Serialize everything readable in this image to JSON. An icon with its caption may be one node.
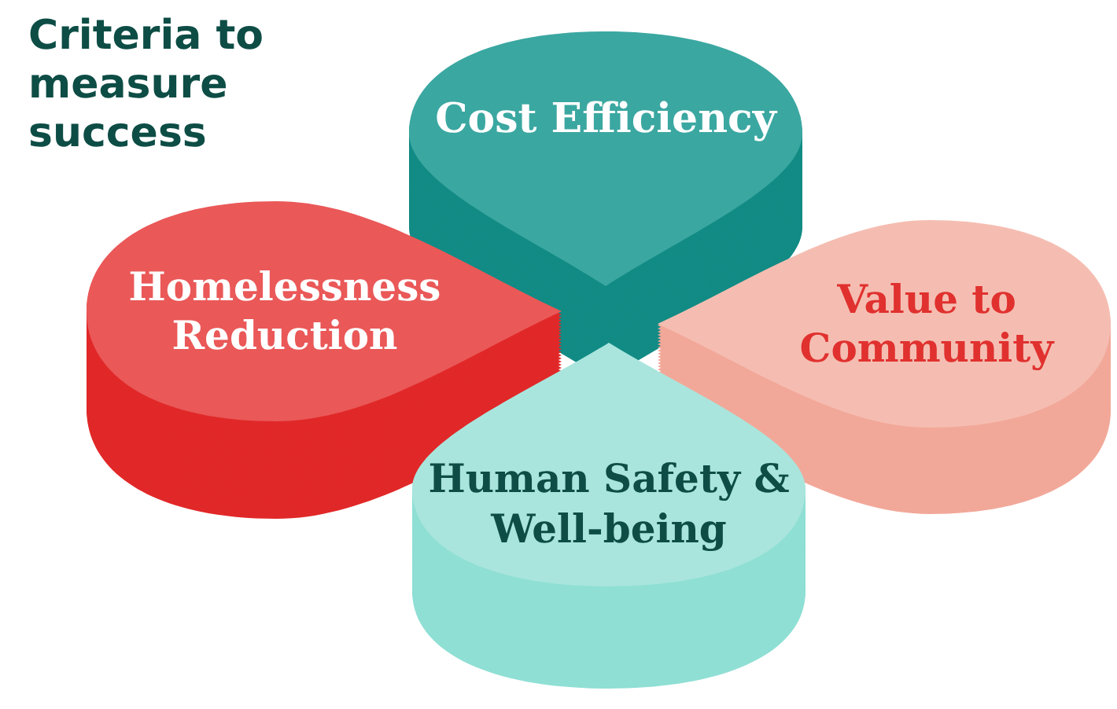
{
  "diagram": {
    "title": "Criteria to measure success",
    "nodes": [
      {
        "text": [
          "Cost Efficiency"
        ]
      },
      {
        "text": [
          "Homelessness Reduction"
        ]
      },
      {
        "text": [
          "Value to Community"
        ]
      },
      {
        "text": [
          "Human Safety & Well-being"
        ]
      }
    ]
  }
}
